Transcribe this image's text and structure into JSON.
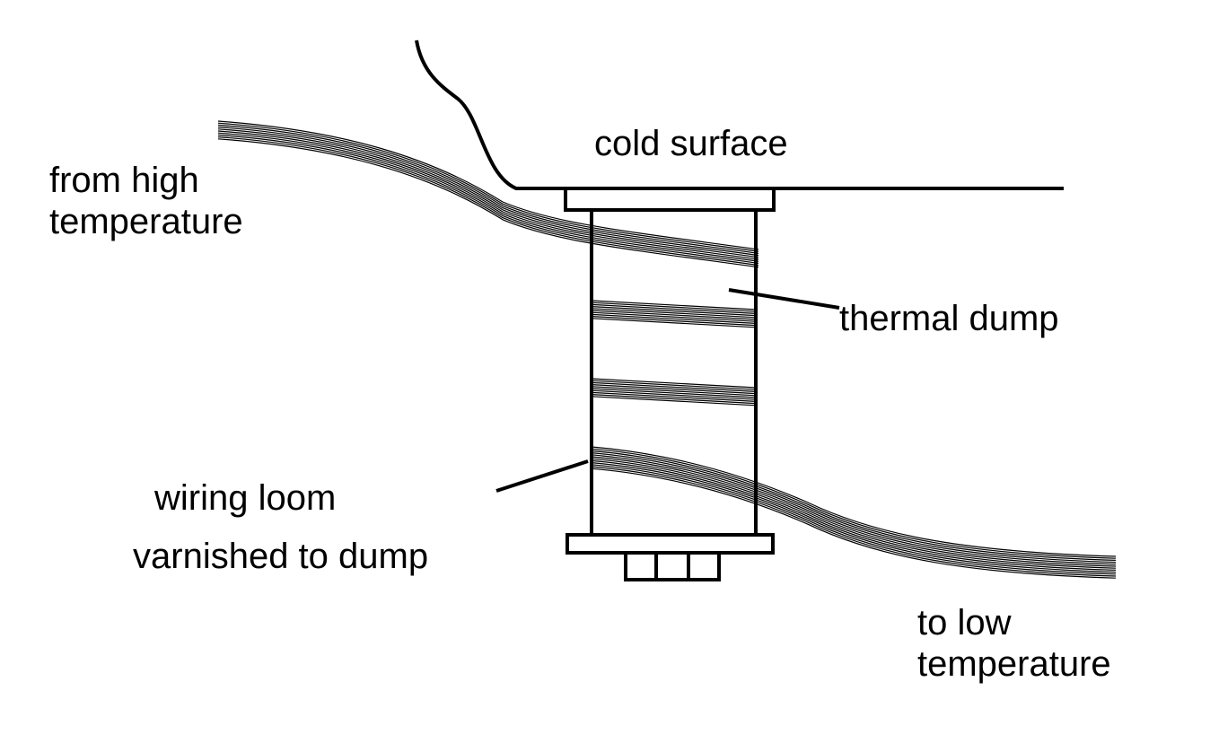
{
  "labels": {
    "cold_surface": "cold surface",
    "from_high_line1": "from high",
    "from_high_line2": "temperature",
    "thermal_dump": "thermal dump",
    "wiring_loom_line1": "wiring loom",
    "wiring_loom_line2": "varnished to dump",
    "to_low_line1": "to low",
    "to_low_line2": "temperature"
  },
  "colors": {
    "ink": "#000000",
    "background": "#ffffff"
  }
}
